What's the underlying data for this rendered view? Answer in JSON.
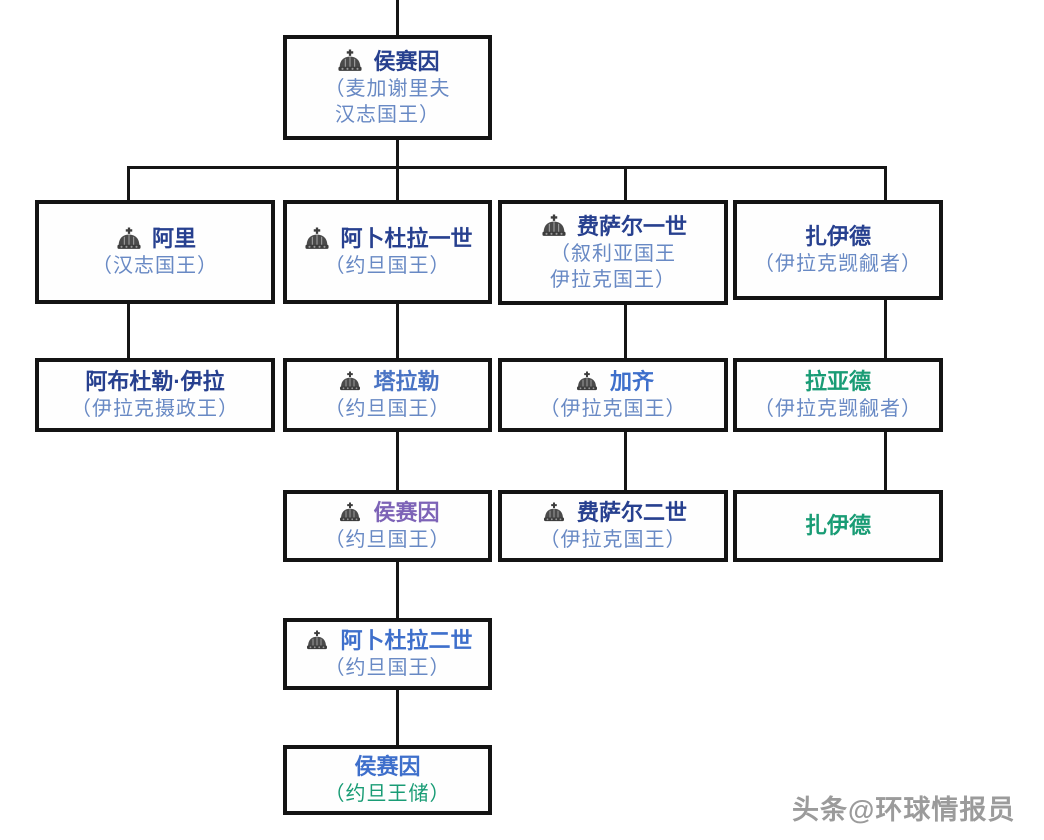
{
  "palette": {
    "name_navy": "#27408f",
    "name_blue": "#3e6fcb",
    "name_slate_blue": "#4a74c4",
    "name_purple": "#7d63b7",
    "name_green": "#199c75",
    "parenthetical_blue": "#6889c4",
    "connector_line": "#161616",
    "box_border": "#141414",
    "watermark_grey": "#9b9b9b"
  },
  "watermark": {
    "text": "头条@环球情报员"
  },
  "nodes": {
    "hussein_sharif": {
      "name": "侯赛因",
      "line1": "（麦加谢里夫",
      "line2": "汉志国王）"
    },
    "ali": {
      "name": "阿里",
      "line1": "（汉志国王）"
    },
    "abdullah1": {
      "name": "阿卜杜拉一世",
      "line1": "（约旦国王）"
    },
    "faisal1": {
      "name": "费萨尔一世",
      "line1": "（叙利亚国王",
      "line2": "伊拉克国王）"
    },
    "zaid_sr": {
      "name": "扎伊德",
      "line1": "（伊拉克觊觎者）"
    },
    "abdul_ilah": {
      "name": "阿布杜勒·伊拉",
      "line1": "（伊拉克摄政王）"
    },
    "talal": {
      "name": "塔拉勒",
      "line1": "（约旦国王）"
    },
    "ghazi": {
      "name": "加齐",
      "line1": "（伊拉克国王）"
    },
    "raad": {
      "name": "拉亚德",
      "line1": "（伊拉克觊觎者）"
    },
    "hussein_jordan": {
      "name": "侯赛因",
      "line1": "（约旦国王）"
    },
    "faisal2": {
      "name": "费萨尔二世",
      "line1": "（伊拉克国王）"
    },
    "zaid_jr": {
      "name": "扎伊德"
    },
    "abdullah2": {
      "name": "阿卜杜拉二世",
      "line1": "（约旦国王）"
    },
    "hussein_prince": {
      "name": "侯赛因",
      "line1": "（约旦王储）"
    }
  }
}
